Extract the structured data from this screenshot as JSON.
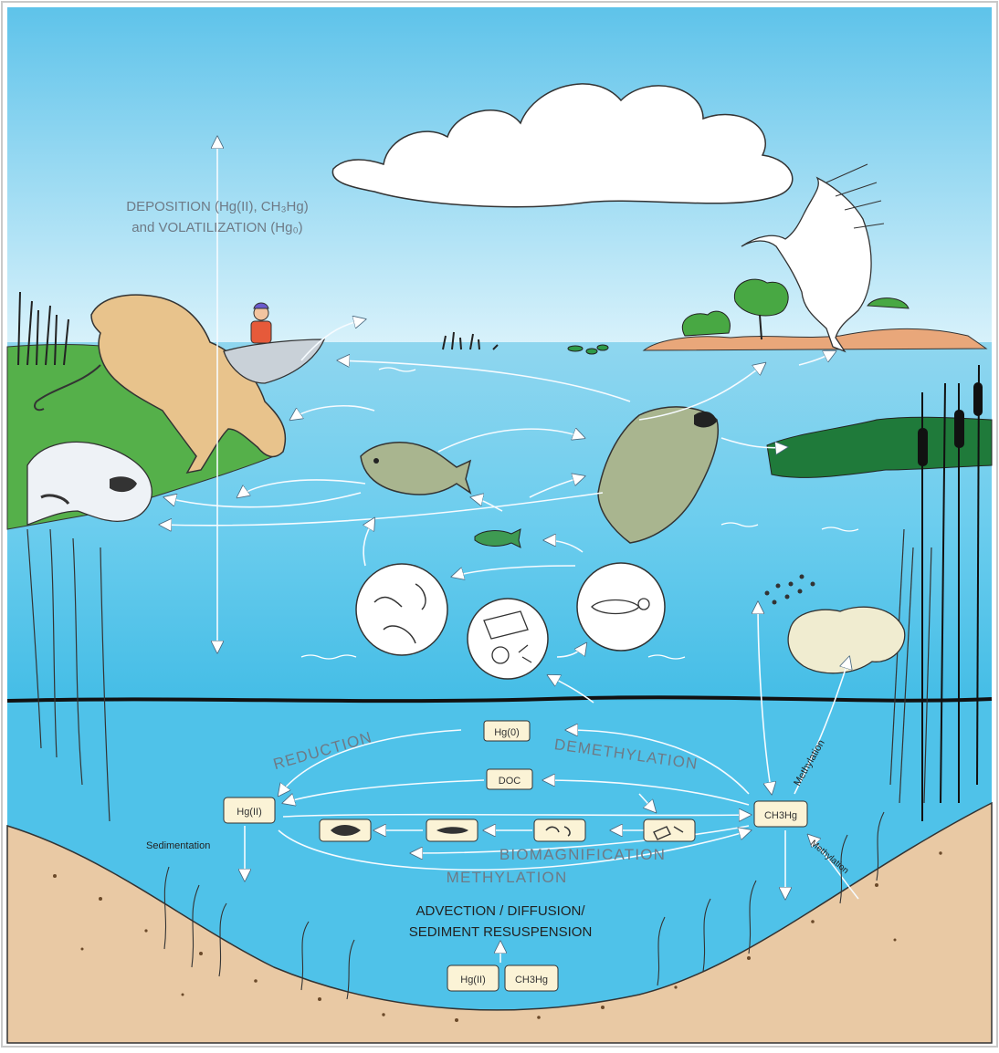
{
  "labels": {
    "deposition_line1": "DEPOSITION (Hg(II), CH₃Hg)",
    "deposition_line2": "and VOLATILIZATION (Hg₀)",
    "reduction": "REDUCTION",
    "demethylation": "DEMETHYLATION",
    "biomagnification": "BIOMAGNIFICATION",
    "methylation": "METHYLATION",
    "sedimentation": "Sedimentation",
    "methylation_side": "Methylation",
    "methylation_sediment": "Methylation",
    "advection_line1": "ADVECTION / DIFFUSION/",
    "advection_line2": "SEDIMENT RESUSPENSION"
  },
  "boxes": {
    "hg0": "Hg(0)",
    "doc": "DOC",
    "hg2": "Hg(II)",
    "ch3hg": "CH3Hg",
    "hg2_sediment": "Hg(II)",
    "ch3hg_sediment": "CH3Hg"
  },
  "colors": {
    "sky_top": "#5ec3ea",
    "sky_bottom": "#d9f2fb",
    "water": "#55c6ea",
    "sediment": "#e9c9a4",
    "grass": "#55b04a",
    "marsh": "#1f7a3a",
    "fish": "#a9b58f",
    "box_fill": "#fbf3d6"
  },
  "icons": [
    "cloud-icon",
    "heron-icon",
    "panther-icon",
    "raccoon-icon",
    "boat-angler-icon",
    "large-fish-icon",
    "small-fish-icon",
    "minnow-icon",
    "zooplankton-icon",
    "phytoplankton-icon",
    "bacteria-icon",
    "cattail-icon"
  ]
}
